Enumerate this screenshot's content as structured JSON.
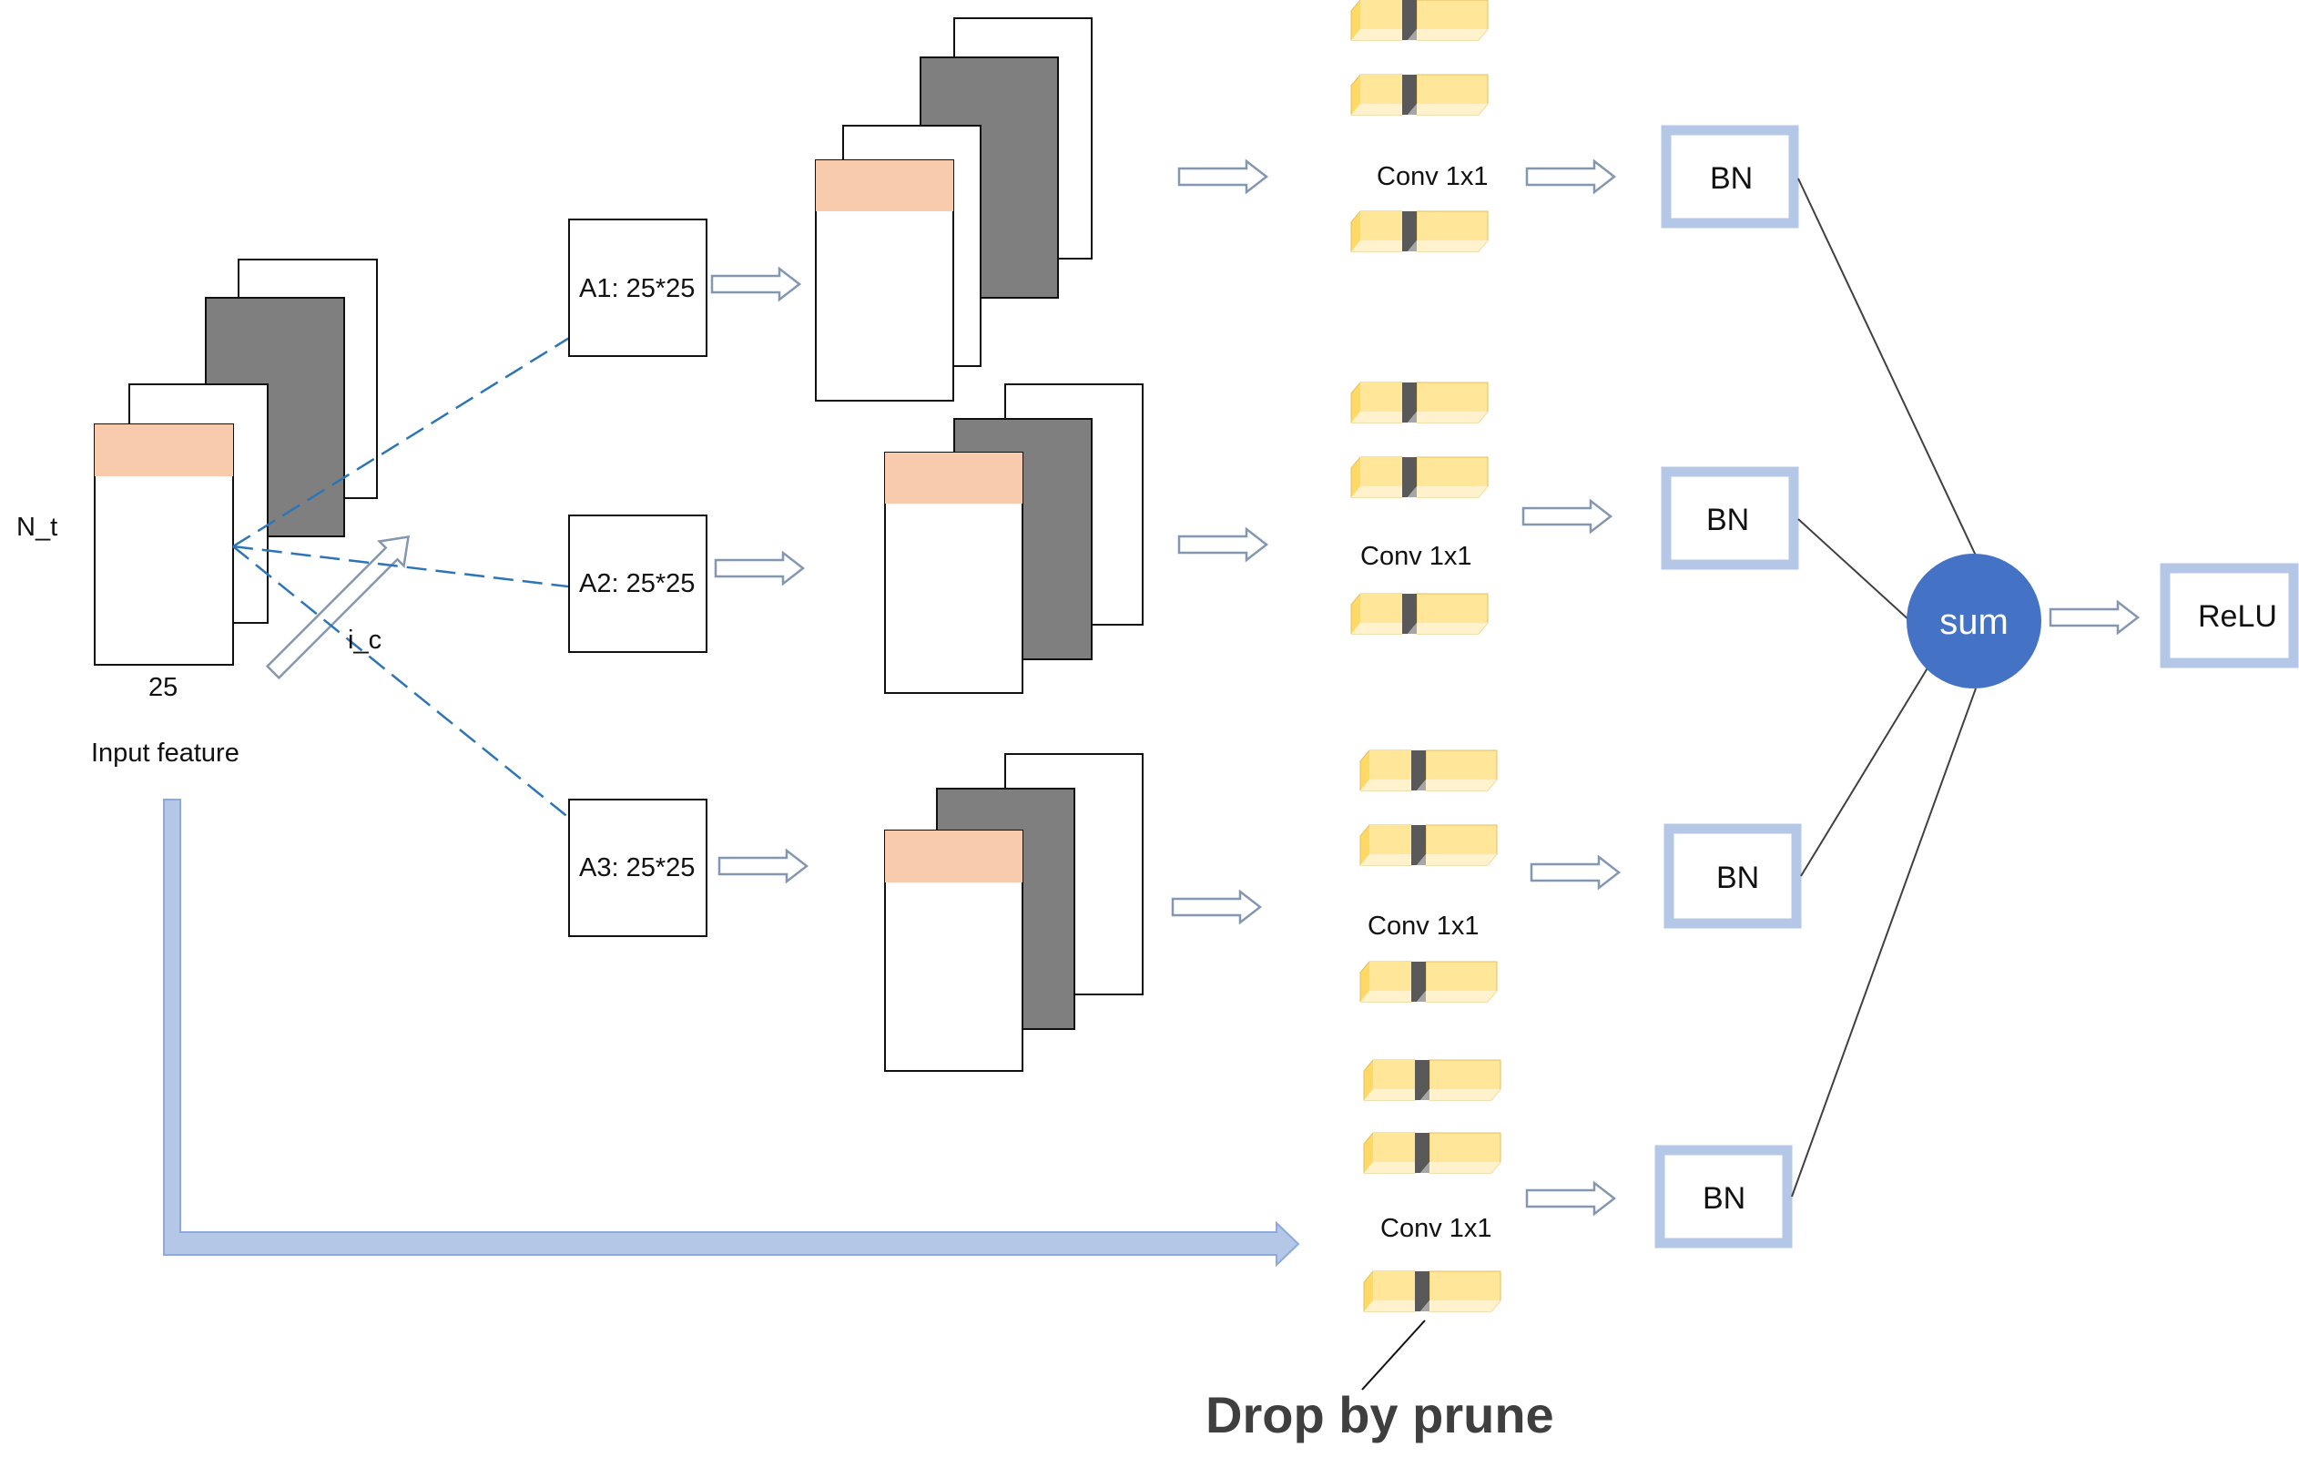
{
  "input": {
    "nt_label": "N_t",
    "ic_label": "i_c",
    "width_label": "25",
    "caption": "Input feature"
  },
  "adjacency": [
    {
      "label": "A1: 25*25"
    },
    {
      "label": "A2: 25*25"
    },
    {
      "label": "A3: 25*25"
    }
  ],
  "branches": [
    {
      "conv_label": "Conv 1x1",
      "bn_label": "BN"
    },
    {
      "conv_label": "Conv 1x1",
      "bn_label": "BN"
    },
    {
      "conv_label": "Conv 1x1",
      "bn_label": "BN"
    },
    {
      "conv_label": "Conv 1x1",
      "bn_label": "BN"
    }
  ],
  "sum_label": "sum",
  "relu_label": "ReLU",
  "drop_label": "Drop by prune",
  "colors": {
    "stack_dark": "#7f7f7f",
    "stack_highlight": "#f8cbad",
    "block_light": "#ffe699",
    "block_side": "#ffd966",
    "block_cut": "#595959",
    "bn_border": "#b4c7e7",
    "sum_fill": "#4472c4",
    "dashed_line": "#2e75b6",
    "skip_arrow": "#b4c7e7",
    "arrow_outline": "#8497b0"
  }
}
